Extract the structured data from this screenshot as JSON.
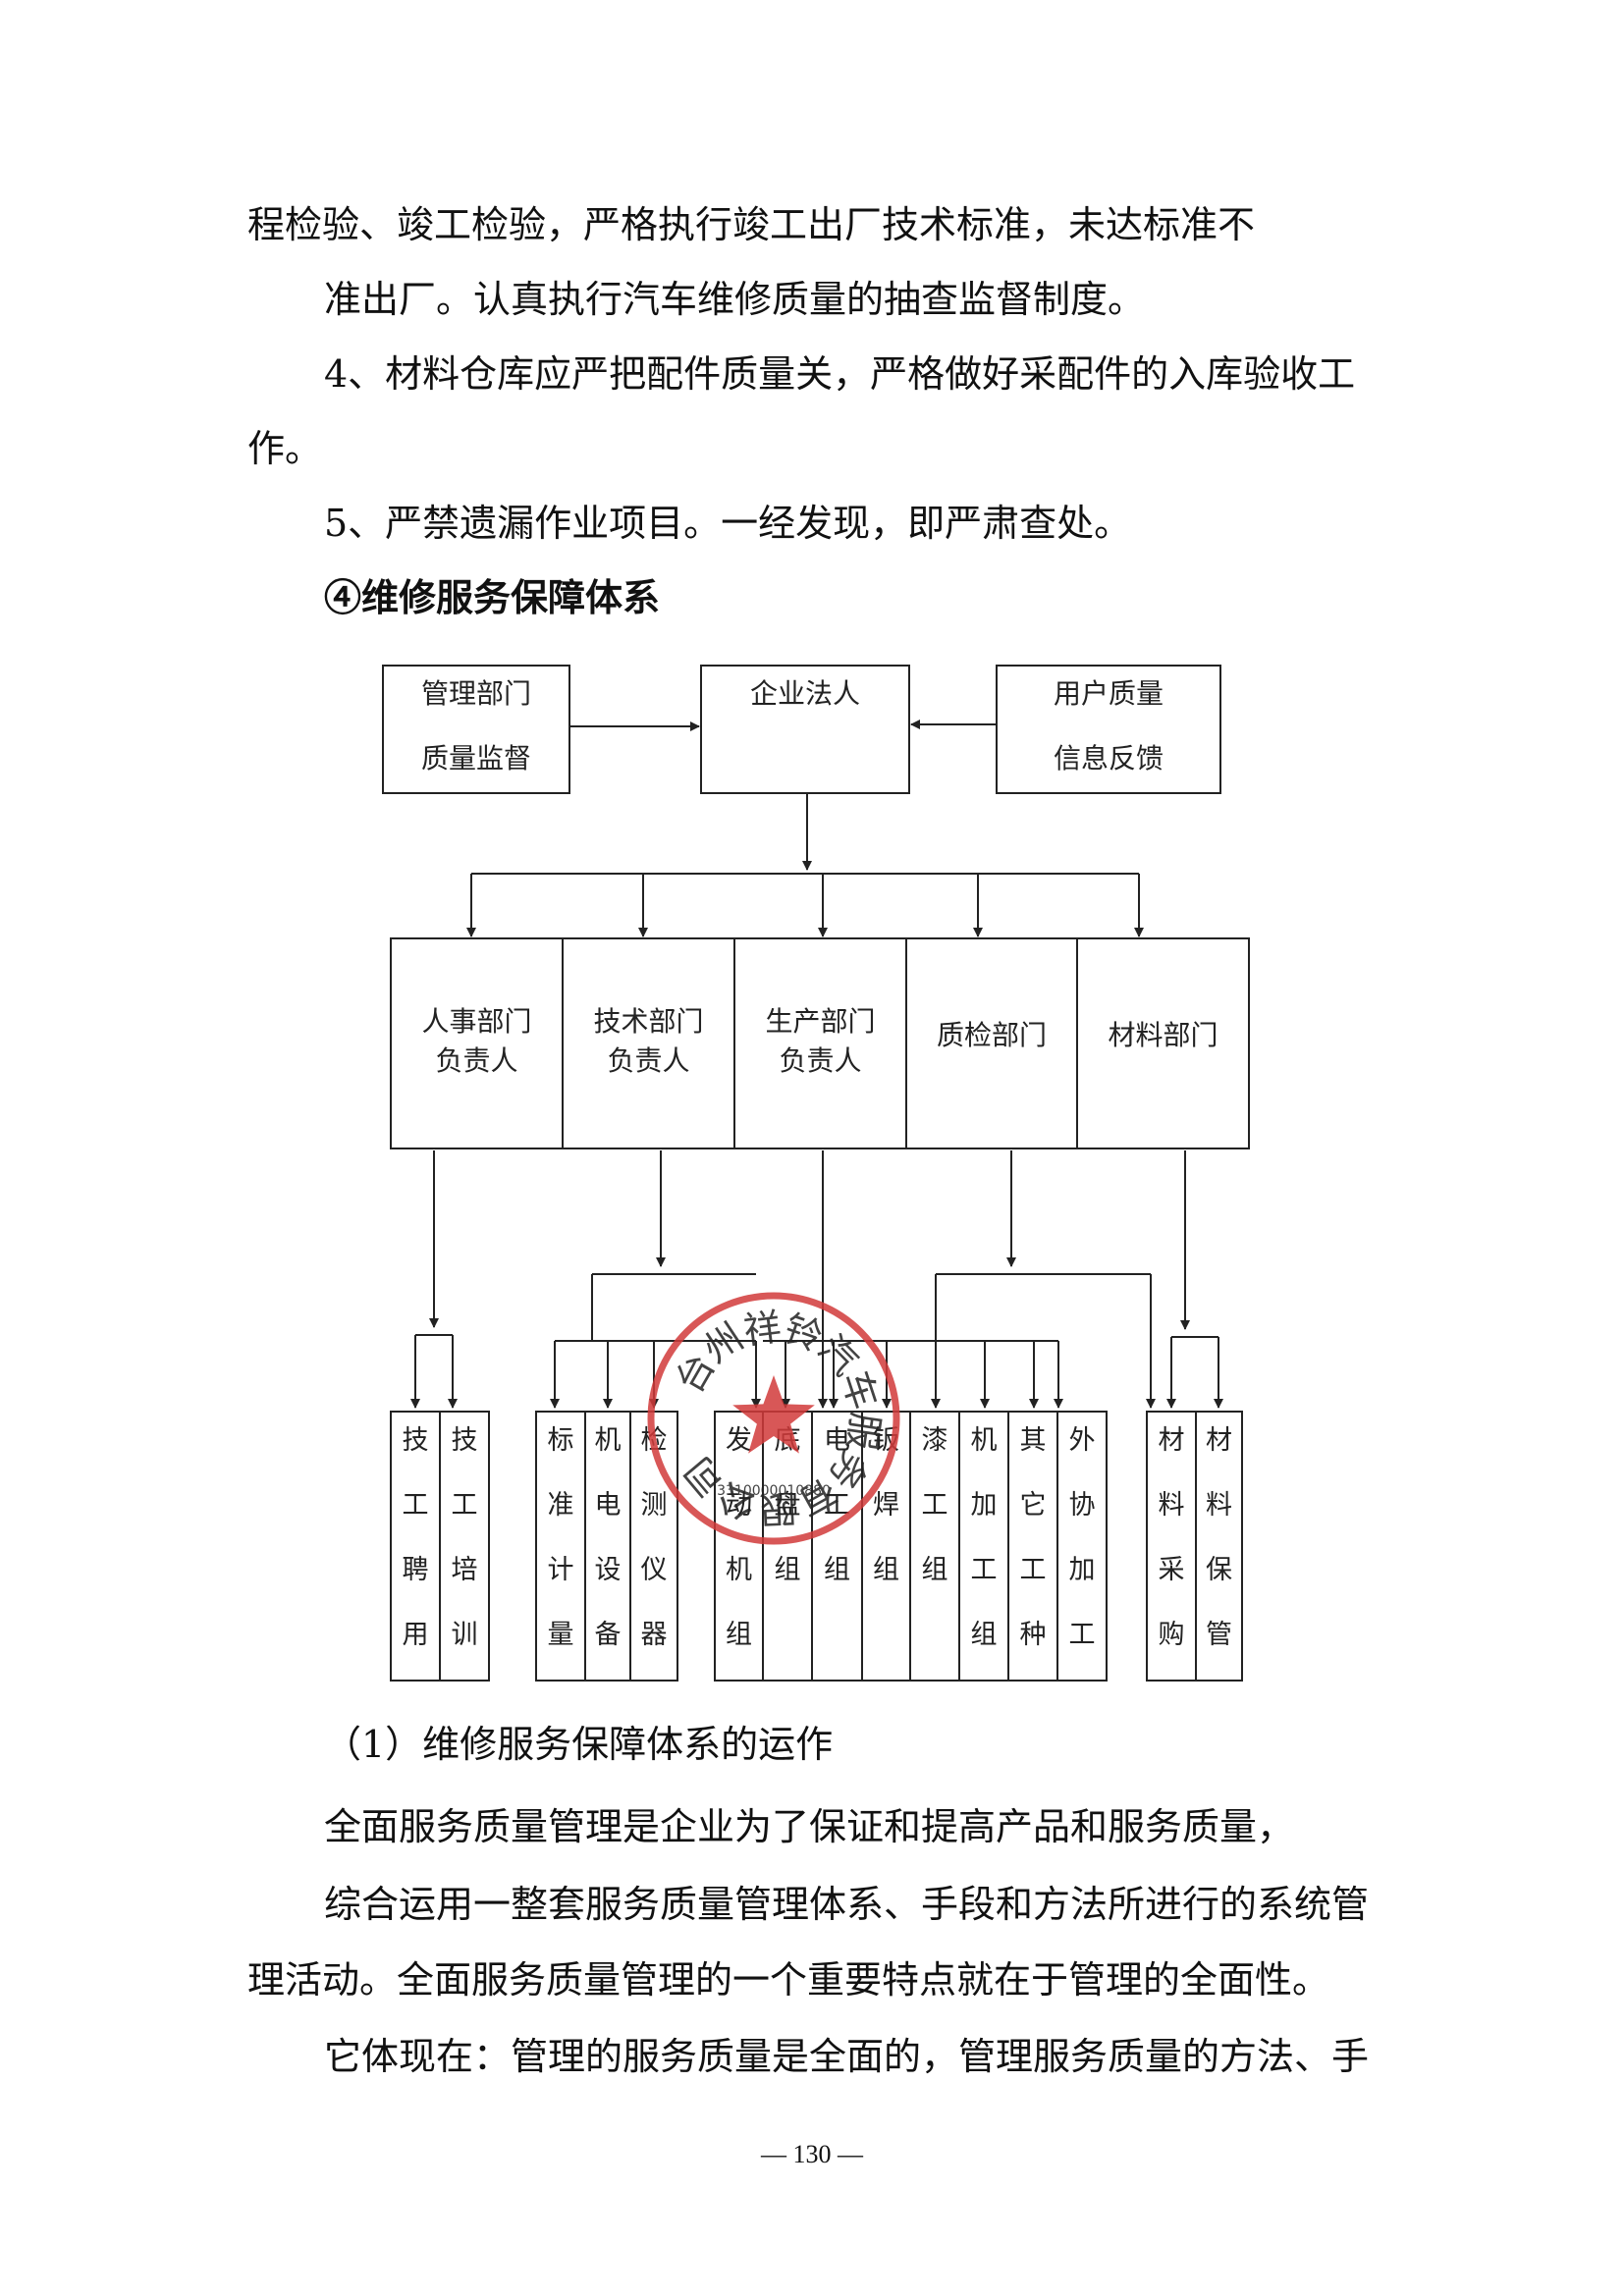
{
  "paragraphs": [
    "程检验、竣工检验，严格执行竣工出厂技术标准，未达标准不",
    "准出厂。认真执行汽车维修质量的抽查监督制度。",
    "4、材料仓库应严把配件质量关，严格做好采配件的入库验收工",
    "作。",
    "5、严禁遗漏作业项目。一经发现，即严肃查处。"
  ],
  "section_heading": "④维修服务保障体系",
  "chart": {
    "top_boxes": [
      {
        "lines": [
          "管理部门",
          "质量监督"
        ]
      },
      {
        "lines": [
          "企业法人"
        ]
      },
      {
        "lines": [
          "用户质量",
          "信息反馈"
        ]
      }
    ],
    "departments": [
      {
        "lines": [
          "人事部门",
          "负责人"
        ]
      },
      {
        "lines": [
          "技术部门",
          "负责人"
        ]
      },
      {
        "lines": [
          "生产部门",
          "负责人"
        ]
      },
      {
        "lines": [
          "质检部门"
        ]
      },
      {
        "lines": [
          "材料部门"
        ]
      }
    ],
    "units": [
      "技工聘用",
      "技工培训",
      "标准计量",
      "机电设备",
      "检测仪器",
      "发动机组",
      "底盘组",
      "电工组",
      "钣焊组",
      "漆工组",
      "机加工组",
      "其它工种",
      "外协加工",
      "材料采购",
      "材料保管"
    ]
  },
  "seal": {
    "text": "台州祥铃汽车服务有限公司",
    "number": "3310000010880",
    "color": "#d23a3a"
  },
  "body": {
    "subheading": "（1）维修服务保障体系的运作",
    "lines": [
      "全面服务质量管理是企业为了保证和提高产品和服务质量，",
      "综合运用一整套服务质量管理体系、手段和方法所进行的系统管",
      "理活动。全面服务质量管理的一个重要特点就在于管理的全面性。",
      "它体现在：管理的服务质量是全面的，管理服务质量的方法、手"
    ]
  },
  "page_number": "— 130 —"
}
